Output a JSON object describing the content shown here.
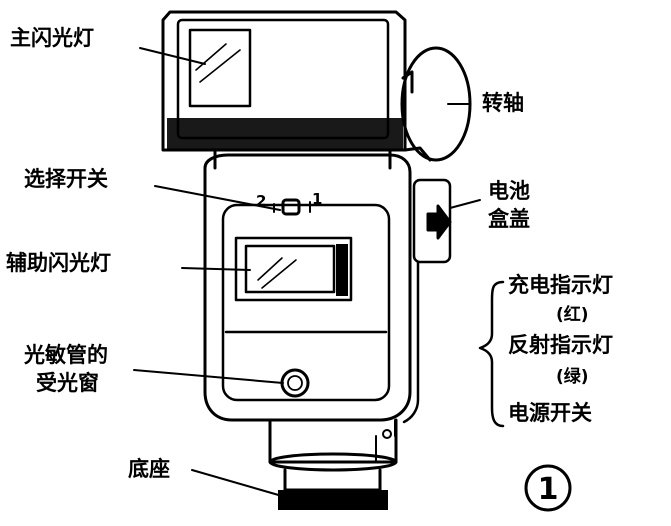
{
  "labels": {
    "main_flash": "主闪光灯",
    "pivot": "转轴",
    "selector_switch": "选择开关",
    "battery_cover_line1": "电池",
    "battery_cover_line2": "盒盖",
    "aux_flash": "辅助闪光灯",
    "sensor_line1": "光敏管的",
    "sensor_line2": "受光窗",
    "base": "底座",
    "charge_indicator": "充电指示灯",
    "charge_indicator_color": "(红)",
    "reflect_indicator": "反射指示灯",
    "reflect_indicator_color": "(绿)",
    "power_switch": "电源开关",
    "selector_pos_2": "2",
    "selector_pos_1": "1",
    "figure_number": "1"
  },
  "colors": {
    "ink": "#000000",
    "paper": "#ffffff"
  }
}
